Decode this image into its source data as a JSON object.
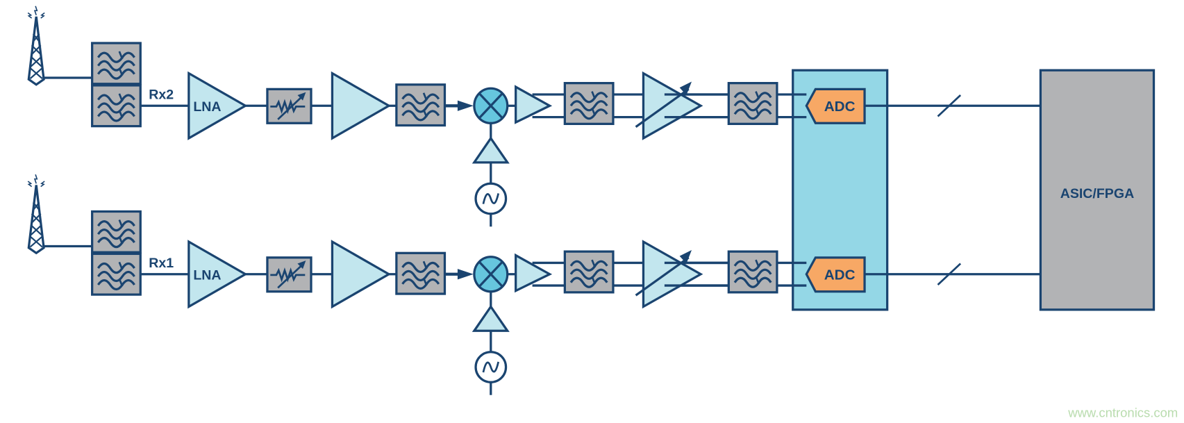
{
  "colors": {
    "line": "#1a4470",
    "amp_fill": "#c2e6ee",
    "mixer_fill": "#66c6de",
    "adc_block_fill": "#94d7e6",
    "adc_fill": "#f7a865",
    "filter_fill": "#b2b3b5",
    "asic_fill": "#b2b3b5"
  },
  "chains": [
    {
      "label": "Rx2",
      "lna": "LNA",
      "adc": "ADC"
    },
    {
      "label": "Rx1",
      "lna": "LNA",
      "adc": "ADC"
    }
  ],
  "asic": {
    "label": "ASIC/FPGA"
  },
  "watermark": "www.cntronics.com"
}
